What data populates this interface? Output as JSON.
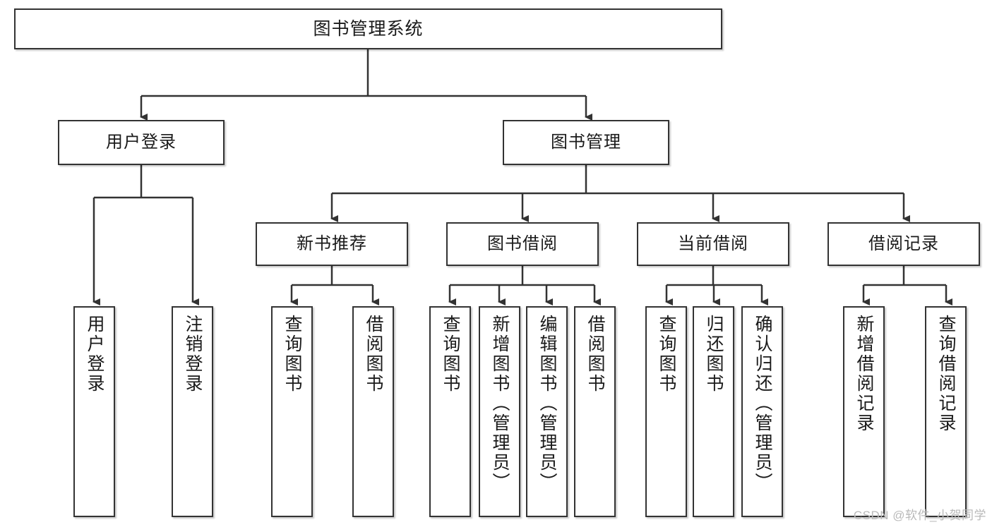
{
  "diagram": {
    "title": "图书管理系统",
    "type": "tree-hierarchy",
    "colors": {
      "box_border": "#333333",
      "box_fill": "#ffffff",
      "connector": "#333333",
      "text": "#1a1a1a",
      "watermark": "#b9b9b9"
    },
    "levels": {
      "root": {
        "label": "图书管理系统"
      },
      "level2": [
        {
          "id": "user-login",
          "label": "用户登录"
        },
        {
          "id": "book-management",
          "label": "图书管理"
        }
      ],
      "level3": [
        {
          "id": "new-book-recommend",
          "label": "新书推荐"
        },
        {
          "id": "book-borrow",
          "label": "图书借阅"
        },
        {
          "id": "current-borrow",
          "label": "当前借阅"
        },
        {
          "id": "borrow-record",
          "label": "借阅记录"
        }
      ],
      "leaves": {
        "user-login": [
          {
            "id": "leaf-user-login",
            "label": "用户登录"
          },
          {
            "id": "leaf-logout-login",
            "label": "注销登录"
          }
        ],
        "new-book-recommend": [
          {
            "id": "leaf-query-book-1",
            "label": "查询图书"
          },
          {
            "id": "leaf-borrow-book-1",
            "label": "借阅图书"
          }
        ],
        "book-borrow": [
          {
            "id": "leaf-query-book-2",
            "label": "查询图书"
          },
          {
            "id": "leaf-add-book",
            "label": "新增图书（管理员）"
          },
          {
            "id": "leaf-edit-book",
            "label": "编辑图书（管理员）"
          },
          {
            "id": "leaf-borrow-book-2",
            "label": "借阅图书"
          }
        ],
        "current-borrow": [
          {
            "id": "leaf-query-book-3",
            "label": "查询图书"
          },
          {
            "id": "leaf-return-book",
            "label": "归还图书"
          },
          {
            "id": "leaf-confirm-return",
            "label": "确认归还（管理员）"
          }
        ],
        "borrow-record": [
          {
            "id": "leaf-add-record",
            "label": "新增借阅记录"
          },
          {
            "id": "leaf-query-record",
            "label": "查询借阅记录"
          }
        ]
      }
    }
  },
  "watermark": {
    "text": "CSDN @软件_小贺同学"
  }
}
